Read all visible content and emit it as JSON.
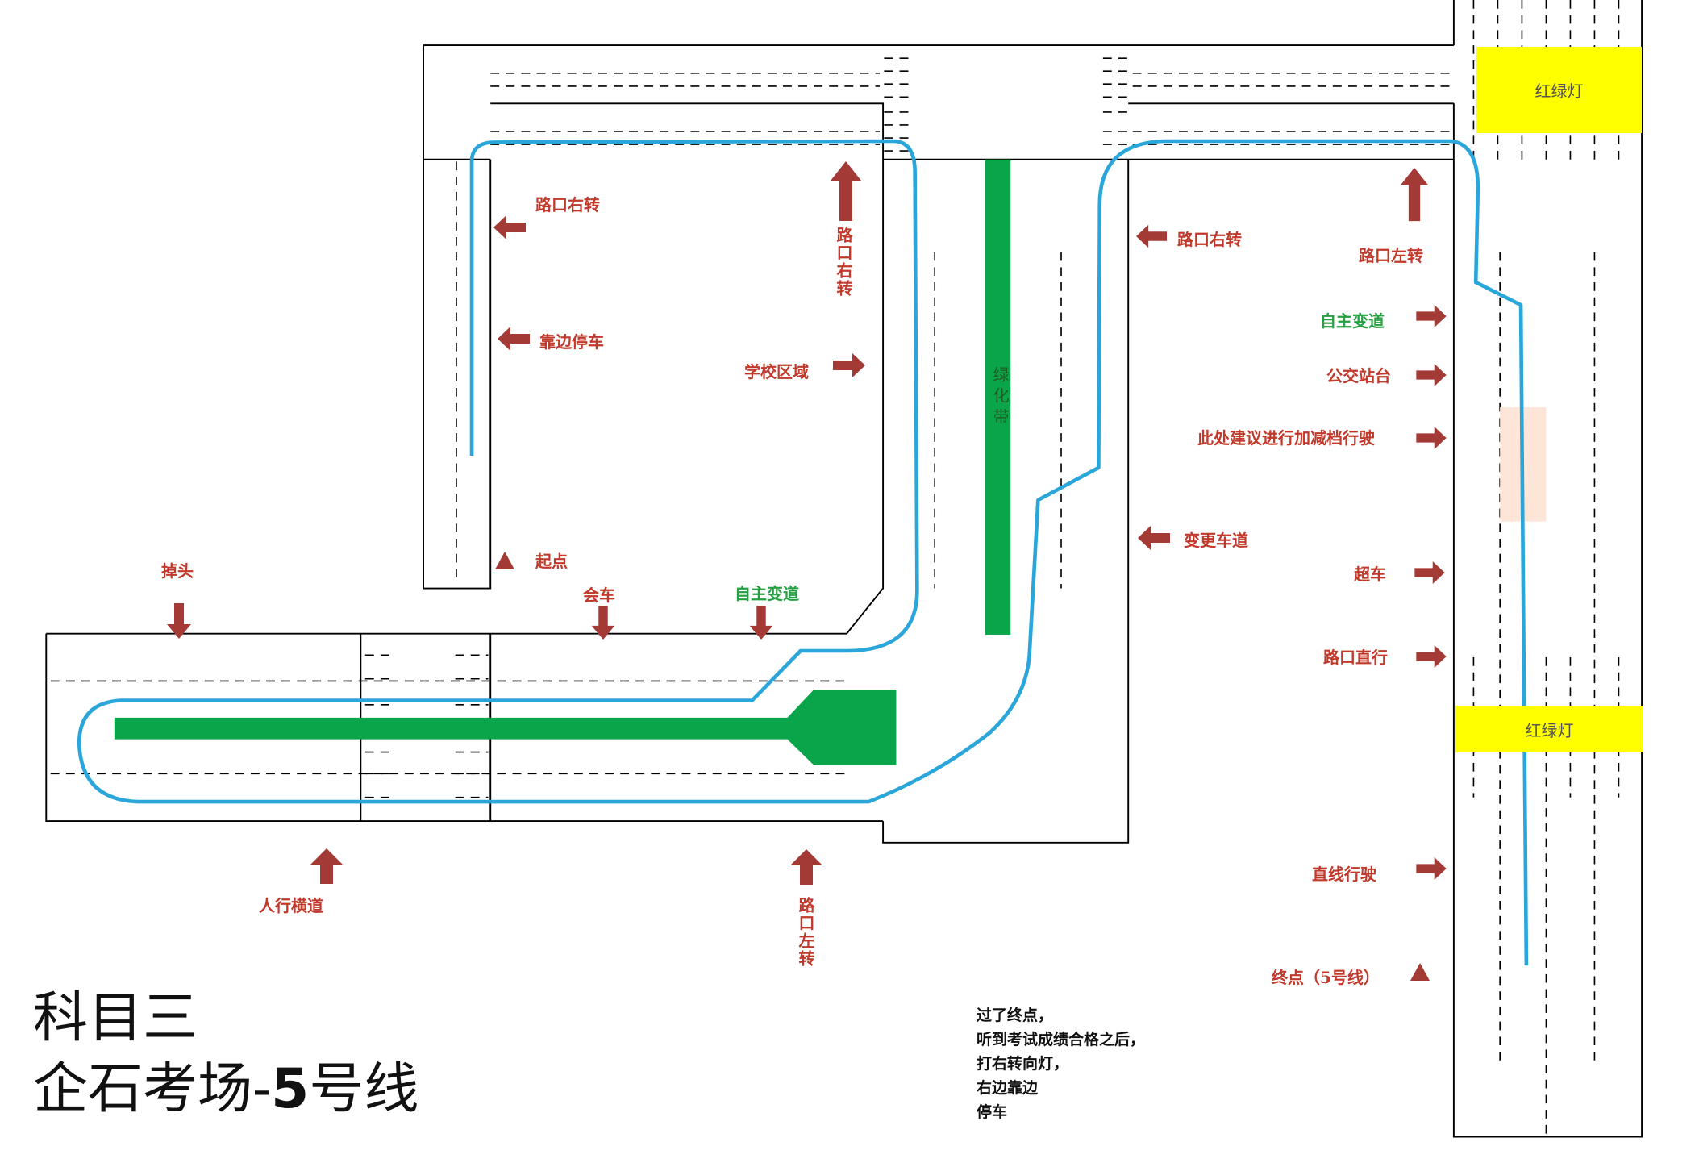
{
  "title": {
    "line1": "科目三",
    "line2_prefix": "企石考场-",
    "line2_num": "5",
    "line2_suffix": "号线"
  },
  "traffic_lights": [
    "红绿灯",
    "红绿灯"
  ],
  "green_belt": "绿化带",
  "labels": {
    "turn_around": "掉头",
    "meet_car": "会车",
    "self_lane_change_bottom": "自主变道",
    "start": "起点",
    "pull_over": "靠边停车",
    "right_turn_upper_left": "路口右转",
    "right_turn_vertical": "路口右转",
    "school_zone": "学校区域",
    "right_turn_mid": "路口右转",
    "change_lane": "变更车道",
    "left_turn_right": "路口左转",
    "self_lane_change_right": "自主变道",
    "bus_stop": "公交站台",
    "gear_shift": "此处建议进行加减档行驶",
    "overtake": "超车",
    "straight_intersection": "路口直行",
    "straight_drive": "直线行驶",
    "end_point": "终点（5号线）",
    "crosswalk": "人行横道",
    "left_turn_bottom": "路口左转"
  },
  "note_lines": [
    "过了终点，",
    "听到考试成绩合格之后，",
    "打右转向灯，",
    "右边靠边",
    "停车"
  ],
  "colors": {
    "route": "#2aa6da",
    "green_belt": "#0aa54a",
    "arrow": "#a33a35",
    "label_red": "#c0392b",
    "label_green": "#27a043",
    "traffic_light": "#ffff00",
    "road_line": "#000000"
  }
}
